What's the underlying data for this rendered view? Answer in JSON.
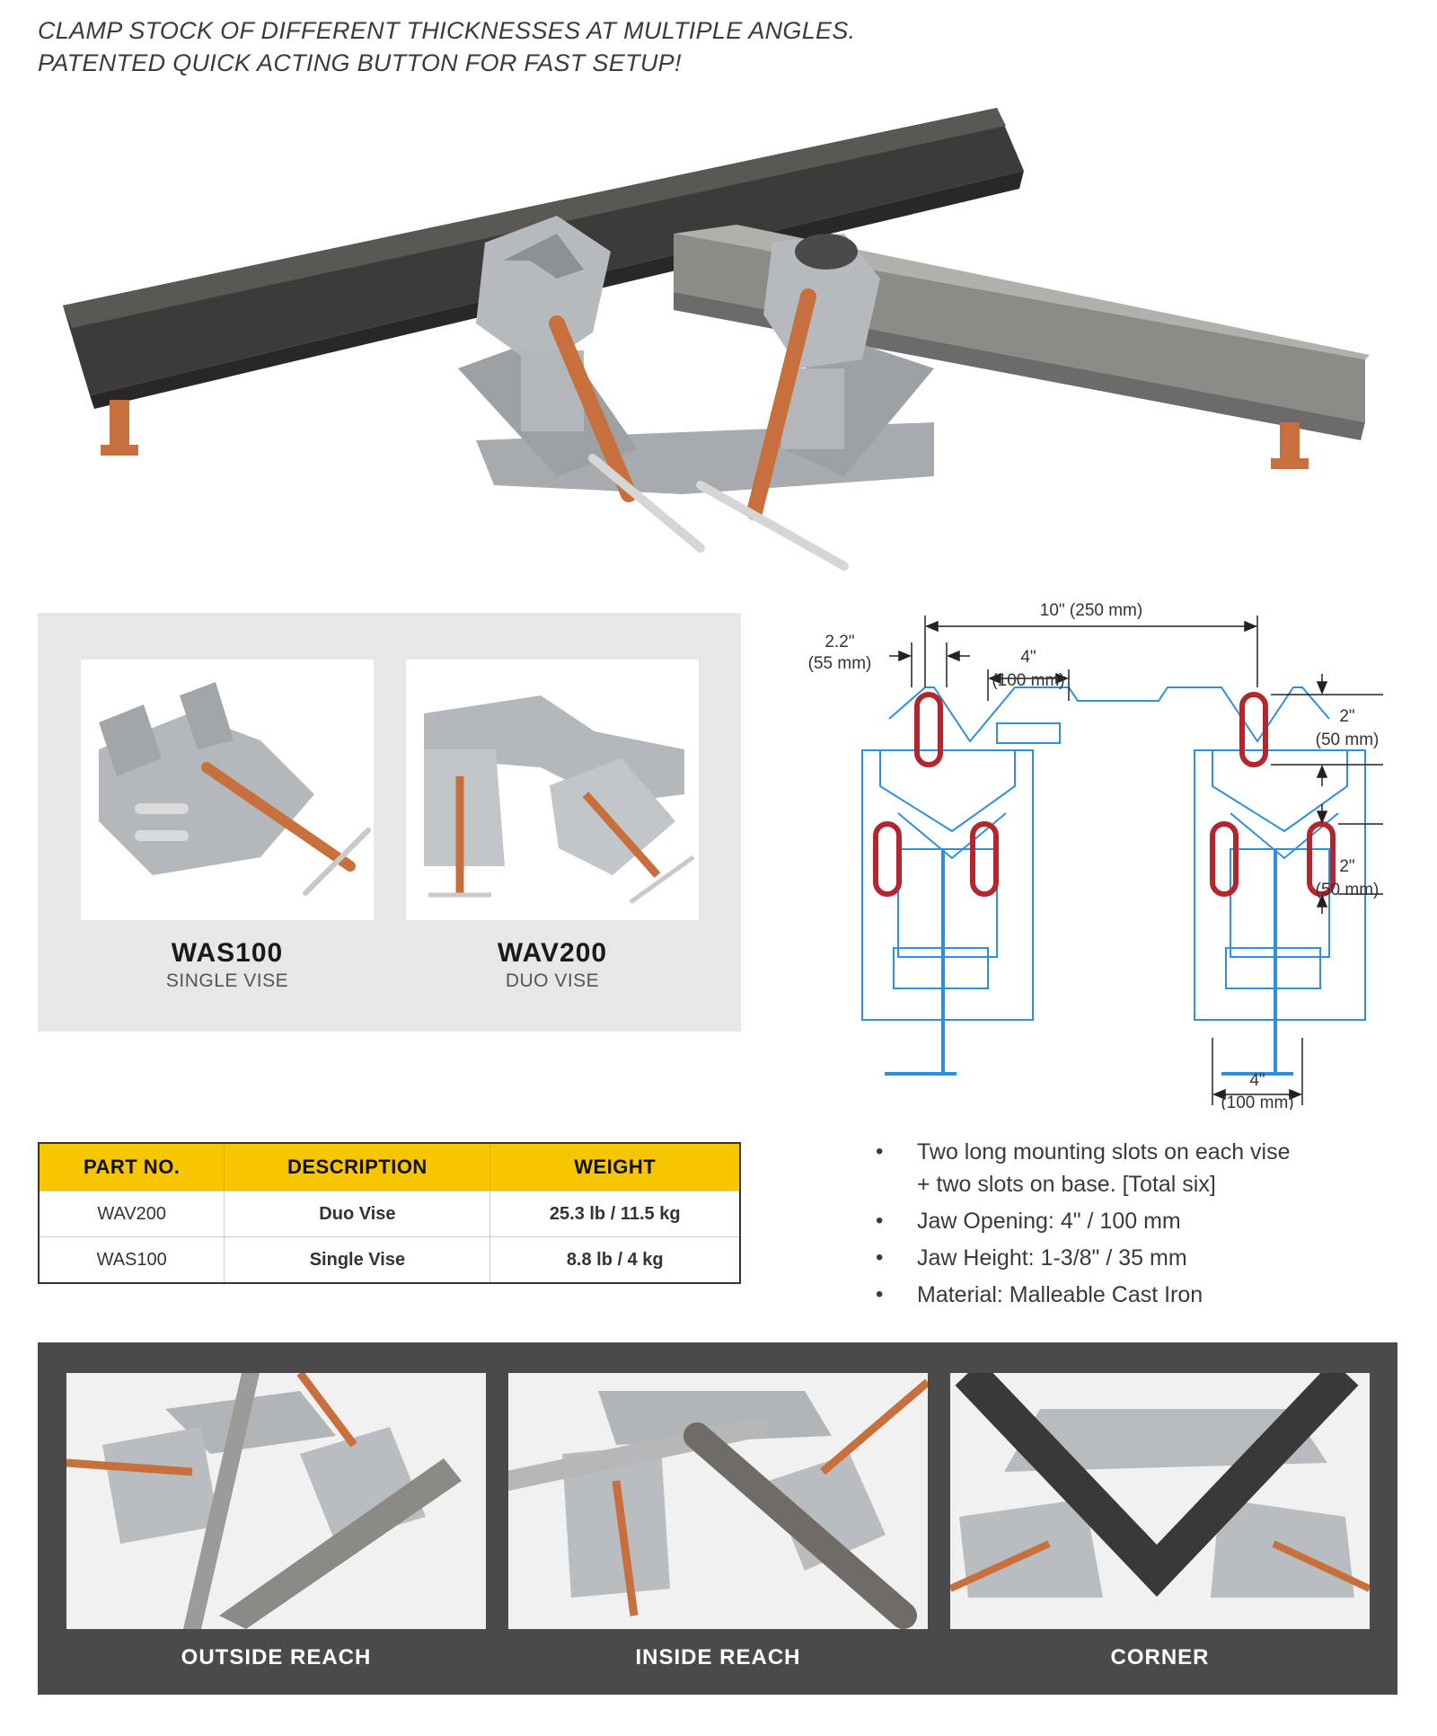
{
  "header": {
    "line1": "CLAMP STOCK OF DIFFERENT THICKNESSES AT MULTIPLE ANGLES.",
    "line2": "PATENTED QUICK ACTING BUTTON FOR FAST SETUP!"
  },
  "models": [
    {
      "name": "WAS100",
      "desc": "SINGLE VISE"
    },
    {
      "name": "WAV200",
      "desc": "DUO VISE"
    }
  ],
  "diagram": {
    "overall_in": "10\" (250 mm)",
    "slot_w_in": "2.2\"",
    "slot_w_mm": "(55 mm)",
    "spacing_in": "4\"",
    "spacing_mm": "(100 mm)",
    "slot_h1_in": "2\"",
    "slot_h1_mm": "(50 mm)",
    "slot_h2_in": "2\"",
    "slot_h2_mm": "(50 mm)",
    "jaw_in": "4\"",
    "jaw_mm": "(100 mm)"
  },
  "table": {
    "headers": [
      "PART NO.",
      "DESCRIPTION",
      "WEIGHT"
    ],
    "rows": [
      [
        "WAV200",
        "Duo Vise",
        "25.3 lb / 11.5 kg"
      ],
      [
        "WAS100",
        "Single Vise",
        "8.8 lb / 4 kg"
      ]
    ]
  },
  "features": [
    {
      "line1": "Two long mounting slots on each vise",
      "line2": "+ two slots on base. [Total six]"
    },
    {
      "line1": "Jaw Opening: 4\" / 100 mm"
    },
    {
      "line1": "Jaw Height: 1-3/8\" / 35 mm"
    },
    {
      "line1": "Material: Malleable Cast Iron"
    }
  ],
  "bullet_glyph": "•",
  "uses": [
    {
      "label": "OUTSIDE REACH"
    },
    {
      "label": "INSIDE REACH"
    },
    {
      "label": "CORNER"
    }
  ],
  "colors": {
    "accent": "#f7c600",
    "band": "#4a4a4b",
    "panel": "#e6e7e8",
    "diagram_blue": "#2f8fd8",
    "slot_red": "#b3262e",
    "copper": "#c8703d",
    "iron": "#a8abad"
  }
}
